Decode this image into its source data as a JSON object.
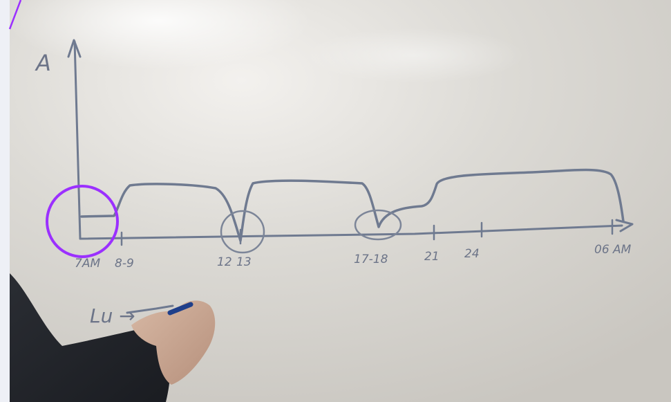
{
  "whiteboard": {
    "y_axis_label": "A",
    "tick_labels": [
      "7AM",
      "8-9",
      "12",
      "13",
      "17-18",
      "21",
      "24",
      "06 AM"
    ],
    "note_text": "Lu →"
  },
  "annotation": {
    "highlight_color": "#9b30ff",
    "highlight_shape": "circle"
  },
  "colors": {
    "marker_ink": "#6f7a90",
    "board": "#d9d7d2",
    "frame": "#eef0f6"
  }
}
